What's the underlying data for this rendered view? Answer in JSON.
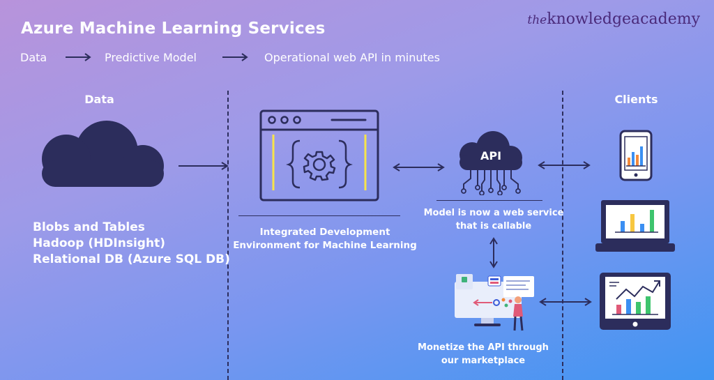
{
  "brand": {
    "prefix": "the",
    "name": "knowledgeacademy"
  },
  "header": {
    "title": "Azure Machine Learning Services",
    "flow": [
      "Data",
      "Predictive Model",
      "Operational web API in minutes"
    ]
  },
  "columns": {
    "data": "Data",
    "clients": "Clients"
  },
  "data_sources": [
    "Blobs and Tables",
    "Hadoop (HDInsight)",
    "Relational DB (Azure SQL DB)"
  ],
  "ide": {
    "line1": "Integrated Development",
    "line2": "Environment for Machine Learning"
  },
  "api": {
    "badge": "API",
    "caption_line1": "Model is now a web service",
    "caption_line2": "that is callable"
  },
  "marketplace": {
    "line1": "Monetize the API through",
    "line2": "our marketplace"
  },
  "colors": {
    "navy": "#2c2d5c",
    "yellow": "#f7e44a",
    "orange": "#f3893a",
    "blue": "#3b8ff2",
    "green": "#3ec46e"
  }
}
